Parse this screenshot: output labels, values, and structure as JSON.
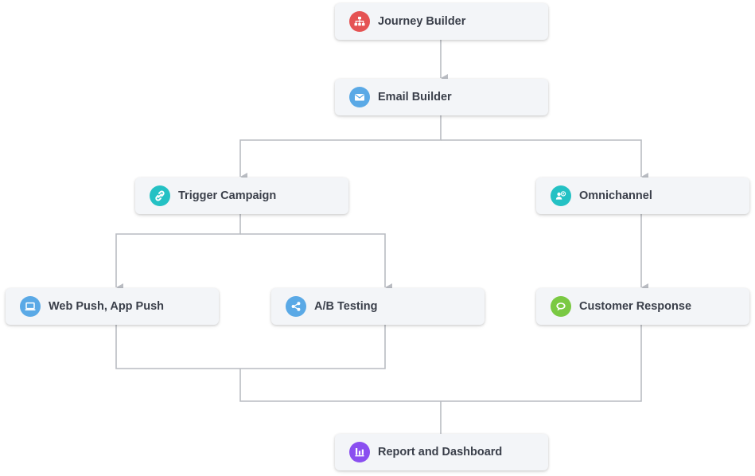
{
  "nodes": {
    "journey_builder": {
      "label": "Journey Builder",
      "icon": "org-chart-icon",
      "color": "#e55353"
    },
    "email_builder": {
      "label": "Email Builder",
      "icon": "envelope-icon",
      "color": "#5aa9e6"
    },
    "trigger_campaign": {
      "label": "Trigger Campaign",
      "icon": "link-icon",
      "color": "#24c1c4"
    },
    "omnichannel": {
      "label": "Omnichannel",
      "icon": "people-icon",
      "color": "#24c1c4"
    },
    "web_push": {
      "label": "Web Push, App Push",
      "icon": "laptop-icon",
      "color": "#5aa9e6"
    },
    "ab_testing": {
      "label": "A/B Testing",
      "icon": "share-icon",
      "color": "#5aa9e6"
    },
    "customer_response": {
      "label": "Customer Response",
      "icon": "chat-bubble-icon",
      "color": "#7ac943"
    },
    "report_dashboard": {
      "label": "Report and Dashboard",
      "icon": "bar-chart-icon",
      "color": "#8a4ff0"
    }
  },
  "connector_color": "#b9bcc2"
}
